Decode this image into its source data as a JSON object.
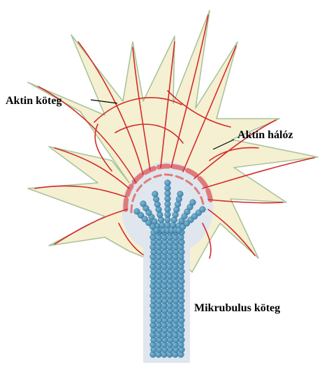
{
  "labels": {
    "actin_bundle": "Aktin köteg",
    "actin_network": "Aktin hálóz",
    "microtubule_bundle": "Mikrubulus köteg"
  },
  "colors": {
    "background": "#ffffff",
    "cell_fill": "#f5f0d2",
    "cell_outline": "#a8c49a",
    "actin": "#d42a2a",
    "actin_cortex": "#e07a7a",
    "microtubule": "#3f86ad",
    "microtubule_highlight": "#7fb8d6",
    "shaft_fill": "#dfe6ee",
    "label_text": "#000000"
  }
}
